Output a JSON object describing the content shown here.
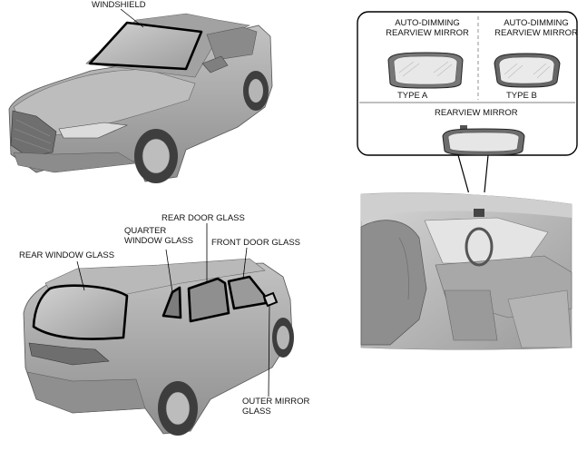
{
  "labels": {
    "windshield": "WINDSHIELD",
    "auto_dimming_a_line1": "AUTO-DIMMING",
    "auto_dimming_a_line2": "REARVIEW MIRROR",
    "auto_dimming_b_line1": "AUTO-DIMMING",
    "auto_dimming_b_line2": "REARVIEW MIRROR",
    "type_a": "TYPE A",
    "type_b": "TYPE B",
    "rearview_mirror": "REARVIEW MIRROR",
    "rear_door_glass": "REAR DOOR GLASS",
    "quarter_line1": "QUARTER",
    "quarter_line2": "WINDOW GLASS",
    "front_door_glass": "FRONT DOOR GLASS",
    "rear_window_glass": "REAR WINDOW GLASS",
    "outer_mirror_line1": "OUTER MIRROR",
    "outer_mirror_line2": "GLASS"
  },
  "colors": {
    "car_body": "#a9a9a9",
    "car_shadow": "#7d7d7d",
    "glass_outline": "#000000",
    "interior_bg": "#b8b8b8"
  }
}
